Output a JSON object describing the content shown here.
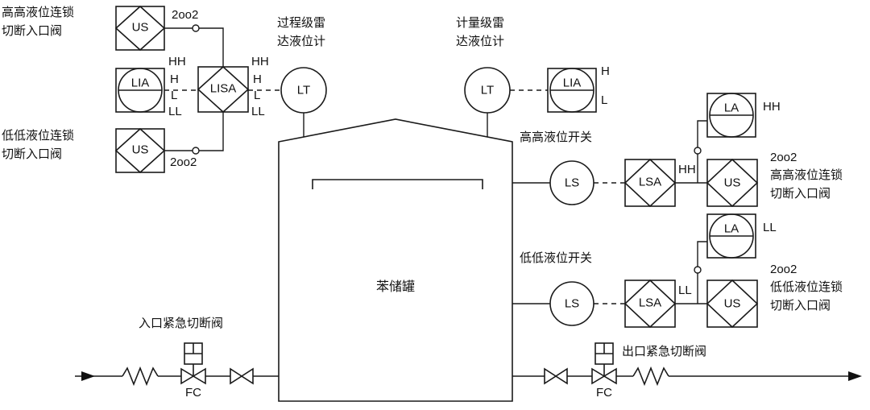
{
  "left_group": {
    "hh_note_line1": "高高液位连锁",
    "hh_note_line2": "切断入口阀",
    "ll_note_line1": "低低液位连锁",
    "ll_note_line2": "切断入口阀",
    "voting_top": "2oo2",
    "voting_bottom": "2oo2",
    "us_top_tag": "US",
    "us_bottom_tag": "US",
    "lia_tag": "LIA",
    "lisa_tag": "LISA",
    "lia_levels": [
      "HH",
      "H",
      "L",
      "LL"
    ],
    "lisa_levels": [
      "HH",
      "H",
      "L",
      "LL"
    ]
  },
  "level_transmitters": {
    "process_label_line1": "过程级雷",
    "process_label_line2": "达液位计",
    "process_tag": "LT",
    "metering_label_line1": "计量级雷",
    "metering_label_line2": "达液位计",
    "metering_tag": "LT",
    "metering_lia_tag": "LIA",
    "metering_lia_levels": [
      "H",
      "L"
    ]
  },
  "tank": {
    "label": "苯储罐"
  },
  "high_group": {
    "switch_label": "高高液位开关",
    "ls_tag": "LS",
    "lsa_tag": "LSA",
    "lsa_level": "HH",
    "us_tag": "US",
    "la_tag": "LA",
    "la_level": "HH",
    "note_line1": "2oo2",
    "note_line2": "高高液位连锁",
    "note_line3": "切断入口阀"
  },
  "low_group": {
    "switch_label": "低低液位开关",
    "ls_tag": "LS",
    "lsa_tag": "LSA",
    "lsa_level": "LL",
    "us_tag": "US",
    "la_tag": "LA",
    "la_level": "LL",
    "note_line1": "2oo2",
    "note_line2": "低低液位连锁",
    "note_line3": "切断入口阀"
  },
  "piping": {
    "inlet_valve_label": "入口紧急切断阀",
    "inlet_fc": "FC",
    "outlet_valve_label": "出口紧急切断阀",
    "outlet_fc": "FC"
  }
}
